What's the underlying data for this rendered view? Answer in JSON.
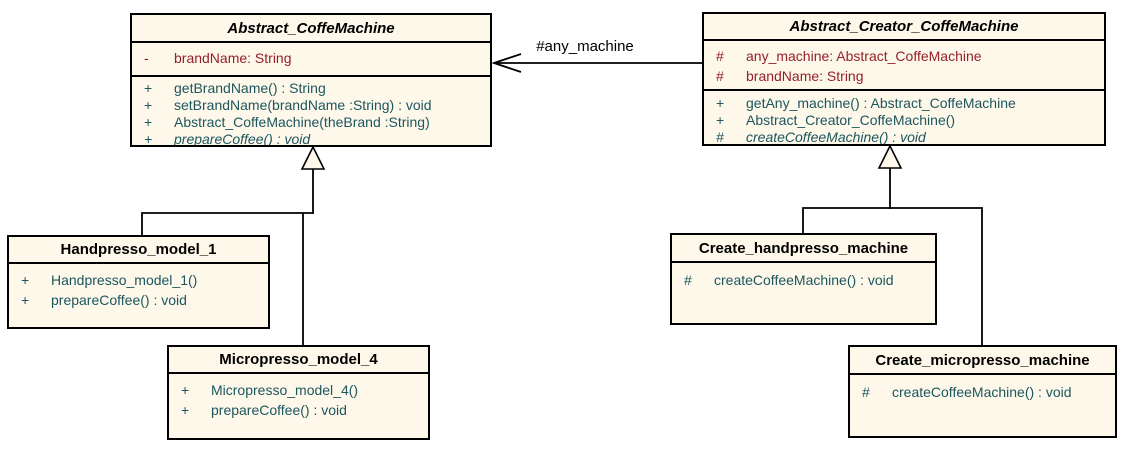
{
  "colors": {
    "class_fill": "#FDF8EA",
    "border": "#000000",
    "attribute_text": "#96202A",
    "method_text": "#1D565E",
    "title_text": "#000000",
    "label_text": "#000000"
  },
  "classes": [
    {
      "name": "Abstract_CoffeMachine",
      "abstract": true,
      "attributes": [
        {
          "visibility": "-",
          "signature": "brandName: String"
        }
      ],
      "methods": [
        {
          "visibility": "+",
          "signature": "getBrandName() : String"
        },
        {
          "visibility": "+",
          "signature": "setBrandName(brandName :String) : void"
        },
        {
          "visibility": "+",
          "signature": "Abstract_CoffeMachine(theBrand :String)"
        },
        {
          "visibility": "+",
          "signature": "prepareCoffee() : void",
          "abstract": true
        }
      ]
    },
    {
      "name": "Abstract_Creator_CoffeMachine",
      "abstract": true,
      "attributes": [
        {
          "visibility": "#",
          "signature": "any_machine: Abstract_CoffeMachine"
        },
        {
          "visibility": "#",
          "signature": "brandName: String"
        }
      ],
      "methods": [
        {
          "visibility": "+",
          "signature": "getAny_machine() : Abstract_CoffeMachine"
        },
        {
          "visibility": "+",
          "signature": "Abstract_Creator_CoffeMachine()"
        },
        {
          "visibility": "#",
          "signature": "createCoffeeMachine() : void",
          "abstract": true
        }
      ]
    },
    {
      "name": "Handpresso_model_1",
      "abstract": false,
      "attributes": [],
      "methods": [
        {
          "visibility": "+",
          "signature": "Handpresso_model_1()"
        },
        {
          "visibility": "+",
          "signature": "prepareCoffee() : void"
        }
      ]
    },
    {
      "name": "Micropresso_model_4",
      "abstract": false,
      "attributes": [],
      "methods": [
        {
          "visibility": "+",
          "signature": "Micropresso_model_4()"
        },
        {
          "visibility": "+",
          "signature": "prepareCoffee() : void"
        }
      ]
    },
    {
      "name": "Create_handpresso_machine",
      "abstract": false,
      "attributes": [],
      "methods": [
        {
          "visibility": "#",
          "signature": "createCoffeeMachine() : void"
        }
      ]
    },
    {
      "name": "Create_micropresso_machine",
      "abstract": false,
      "attributes": [],
      "methods": [
        {
          "visibility": "#",
          "signature": "createCoffeeMachine() : void"
        }
      ]
    }
  ],
  "relationships": {
    "association": {
      "label": "#any_machine",
      "from": "Abstract_Creator_CoffeMachine",
      "to": "Abstract_CoffeMachine",
      "arrow": "open"
    },
    "generalizations": [
      {
        "from": "Handpresso_model_1",
        "to": "Abstract_CoffeMachine"
      },
      {
        "from": "Micropresso_model_4",
        "to": "Abstract_CoffeMachine"
      },
      {
        "from": "Create_handpresso_machine",
        "to": "Abstract_Creator_CoffeMachine"
      },
      {
        "from": "Create_micropresso_machine",
        "to": "Abstract_Creator_CoffeMachine"
      }
    ]
  }
}
